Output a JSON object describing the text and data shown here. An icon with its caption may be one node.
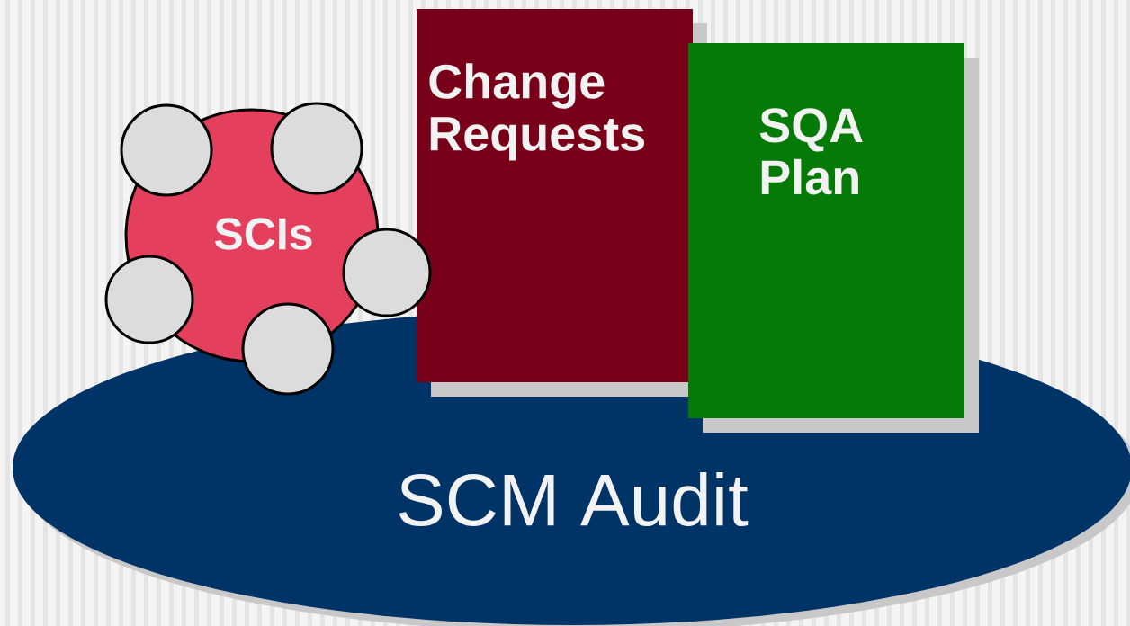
{
  "diagram": {
    "nodes": [
      {
        "text": [
          "SCM Audit"
        ]
      },
      {
        "text": [
          "SCIs"
        ]
      },
      {
        "text": [],
        "shape": "circle"
      },
      {
        "text": [],
        "shape": "circle"
      },
      {
        "text": [],
        "shape": "circle"
      },
      {
        "text": [],
        "shape": "circle"
      },
      {
        "text": [],
        "shape": "circle"
      },
      {
        "text": [
          "Change Requests"
        ]
      },
      {
        "text": [
          "SQA Plan"
        ]
      }
    ]
  }
}
